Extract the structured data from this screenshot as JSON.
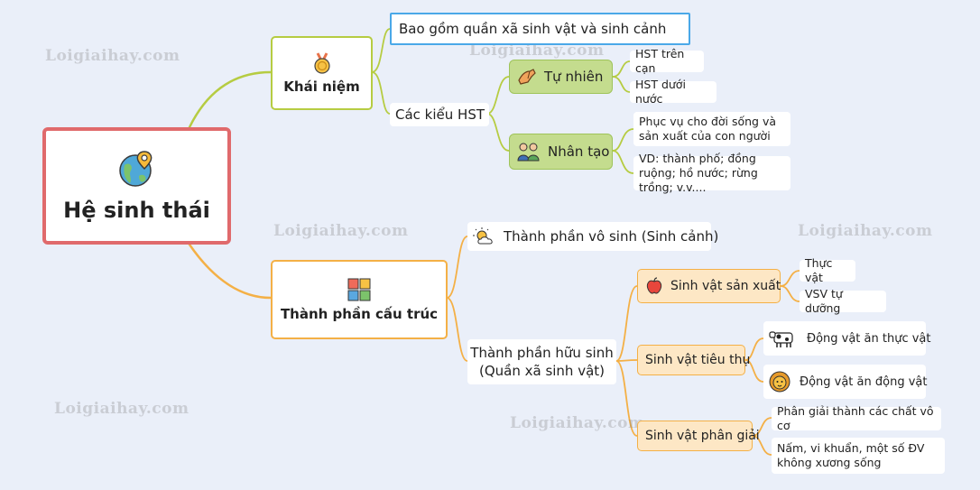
{
  "root": {
    "title": "Hệ sinh thái",
    "icon": "globe-pin-icon"
  },
  "concept": {
    "title": "Khái niệm",
    "icon": "medal-icon",
    "definition": "Bao gồm quần xã sinh vật và sinh cảnh",
    "types_label": "Các kiểu HST",
    "natural": {
      "label": "Tự nhiên",
      "icon": "hand-icon",
      "items": [
        "HST trên cạn",
        "HST dưới nước"
      ]
    },
    "artificial": {
      "label": "Nhân tạo",
      "icon": "people-icon",
      "items": [
        "Phục vụ cho đời sống và sản xuất của con người",
        "VD: thành phố; đồng ruộng; hồ nước; rừng trồng; v.v...."
      ]
    }
  },
  "structure": {
    "title": "Thành phần cấu trúc",
    "icon": "puzzle-icon",
    "abiotic": {
      "label": "Thành phần vô sinh (Sinh cảnh)",
      "icon": "sun-cloud-icon"
    },
    "biotic": {
      "label_line1": "Thành phần hữu sinh",
      "label_line2": "(Quần xã sinh vật)",
      "producers": {
        "label": "Sinh vật sản xuất",
        "icon": "apple-icon",
        "items": [
          "Thực vật",
          "VSV tự dưỡng"
        ]
      },
      "consumers": {
        "label": "Sinh vật tiêu thụ",
        "items": [
          {
            "label": "Động vật ăn thực vật",
            "icon": "cow-icon"
          },
          {
            "label": "Động vật ăn động vật",
            "icon": "lion-icon"
          }
        ]
      },
      "decomposers": {
        "label": "Sinh vật phân giải",
        "items": [
          "Phân giải thành các chất vô cơ",
          "Nấm, vi khuẩn, một số ĐV không xương sống"
        ]
      }
    }
  },
  "watermark": "Loigiaihay.com",
  "colors": {
    "root_border": "#e06a6c",
    "green": "#b6cc42",
    "orange": "#f4b046",
    "blue": "#4aa8e8"
  }
}
